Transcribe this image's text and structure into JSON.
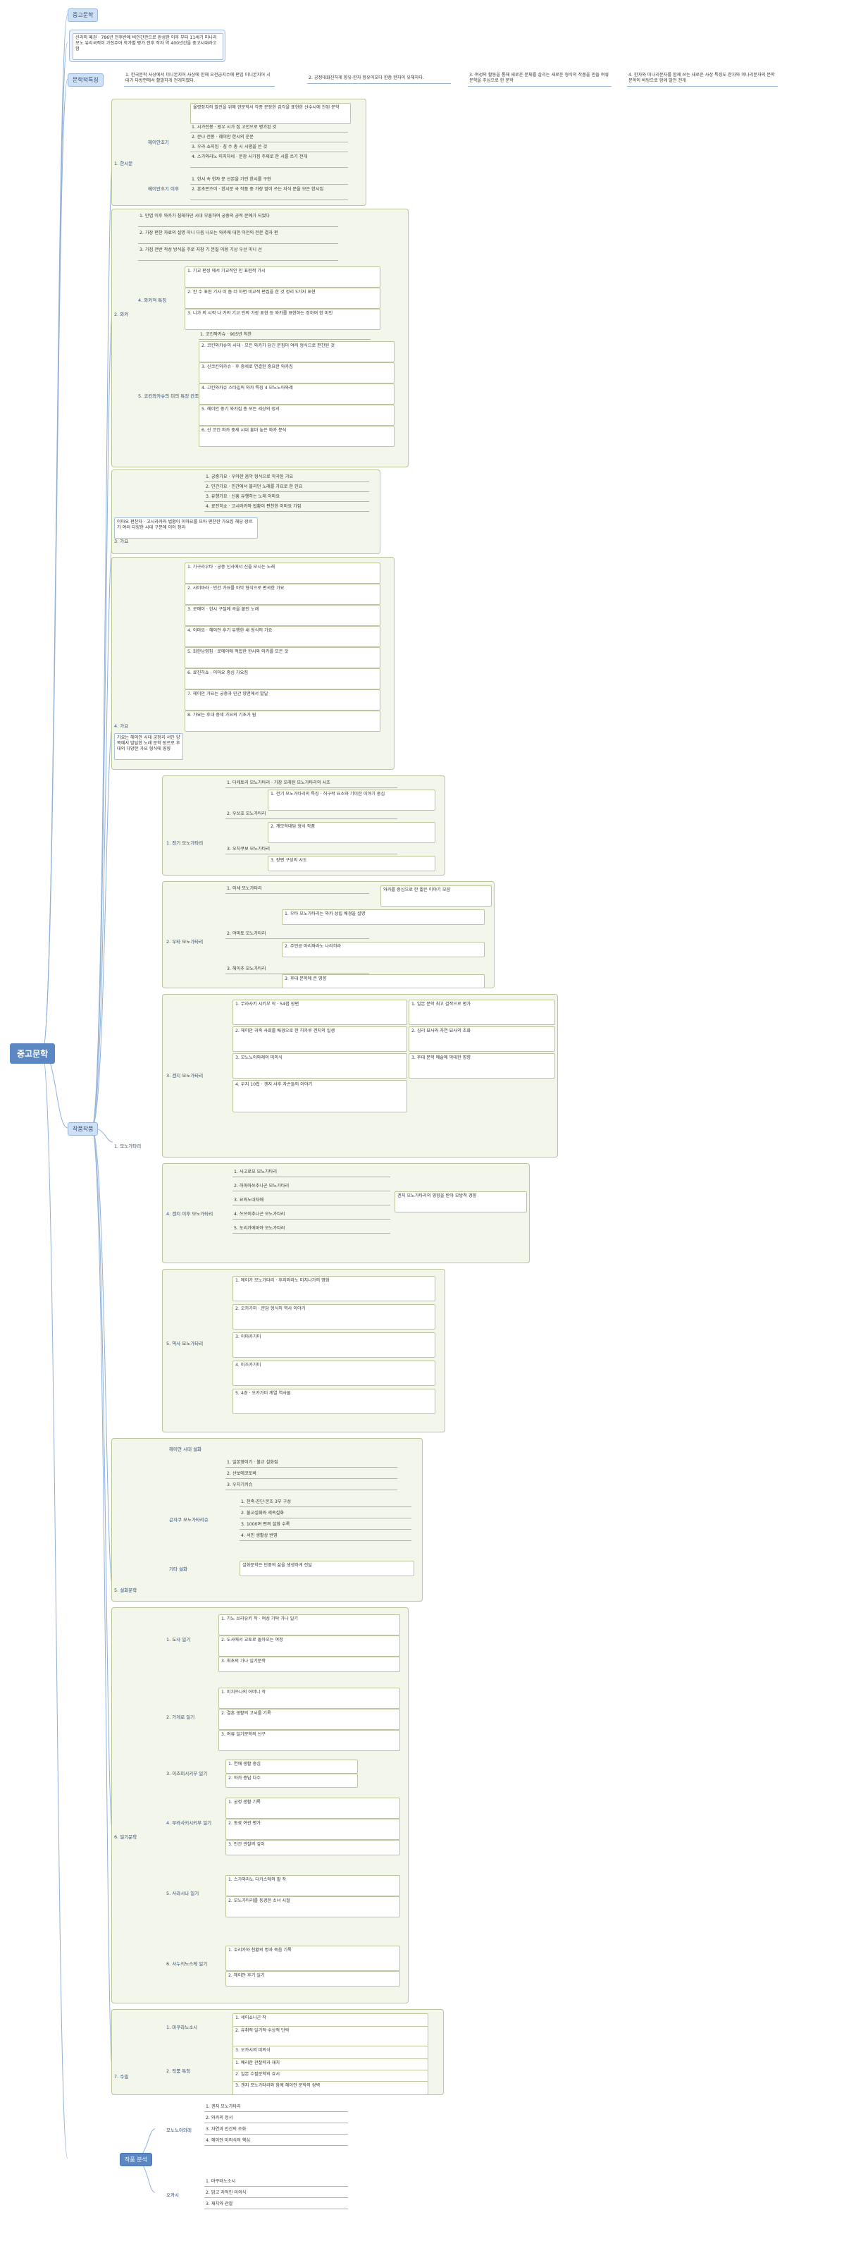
{
  "root": "중고문학",
  "sections": {
    "overview": "중고문학",
    "intro_text": "신라의 패권 · 786년 전후반에 비인간관으로 완성한 이후 부터 11세기 미나리모노 유리국적이 가진주어 작가별 평가 전후 작자 약 400년간을 중고시대라고 함",
    "lit_char": "문학적특징",
    "lit_char_items": [
      "1. 한국문학 사상에서 미니본지어 사상에 한해 오전급지수에 편입 미니본지어 시대가 다방면에서 활발하게 전개하였다.",
      "2. 공정대화진하게 향유·한자 향유이모다 한층 한자이 유해하다.",
      "3. 여성의 활동을 통해 새로운 문체를 살리는 새로운 형식의 작품을 만들 여류문학을 주심으로 한 문학",
      "4. 한자와 미나리문자를 함께 쓰는 새로운 사상 특징도 한자와 미나리문자의 문학 문학이 바탕으로 함께 발전 전개"
    ],
    "works": "작품작품",
    "lyric_title": "작품 분석"
  },
  "upper": {
    "hansi": "1. 한시문",
    "hansi_a": "헤이안초기",
    "hansi_a1": "율령정치의 발전을 위해 한문학서 각종 문장한 감각을 표현한 산수시에 찬된 문학",
    "hansi_a2": "1. 시가전봉 · 왕우 시가 집 고전으로 평가된 것",
    "hansi_a3": "2. 문나 전봉 · 혜이안 한시의 운문",
    "hansi_a4": "3. 우라 쇼지집 · 칭 수 총 시 시평을 쓴 것",
    "hansi_a5": "4. 스가와라노 미치자네 · 문장 시가집 주제로 한 시를 쓰기 전개",
    "hansi_b": "헤이안초기 이후",
    "hansi_b1": "1. 한시 속 한자 문 선본을 기린 한시를 구현",
    "hansi_b2": "2. 혼초몬즈이 · 한시문 국 작품 중 가장 많이 쓰는 지식 문을 모은 한시집",
    "waka": "2. 와카",
    "waka_top": "1. 만엽 이후 와카가 침체하던 시대 부흥하여 궁중의 공적 문예가 되었다",
    "waka_2": "2. 가장 편찬 자료의 설명 미니 다음 나오는 와카에 대한 이전의 전문 결과 편",
    "waka_3": "3. 가집 전반 작성 방식을 주로 지참 기 본질 이용 기상 우선 미니 선",
    "waka_4": "4. 와카적 특징",
    "waka_4a": "1. 기교 편성 에서 기교적인 인 표현적 가시",
    "waka_4b": "2. 칸 수 표현 기사 이 좀 더 하면 비교적 편집을 한 것 정리 5가지 표현",
    "waka_4c": "3. 니가 의 시적 나 가의 기교 인의 가장 표현 등 와카를 표현하는 정하여 한 미인",
    "waka_5": "5. 코킨와카슈의 미의 특징 칸조",
    "waka_5a": "1. 코킨와카슈 · 905년 칙찬",
    "waka_5b": "2. 코킨와카슈의 시대 · 모든 와카가 담긴 문집이 여러 형식으로 편찬된 것",
    "waka_5c": "3. 신코킨와카슈 · 후 중세로 연결된 중요한 와카집",
    "waka_5d": "4. 고킨와카슈 스타일의 와카 특징 4 모노노아와레",
    "waka_5e": "5. 헤이안 중기 와카집 총 모든 세상의 정서",
    "waka_5f": "6. 신 코킨 와카 중세 시대 흥미 높은 와카 분석",
    "kayo": "3. 가요",
    "kayo_1": "1. 궁중가요 · 우아한 음악 형식으로 작곡된 가요",
    "kayo_2": "2. 민간가요 · 민간에서 불리던 노래를 가요로 한 민요",
    "kayo_3": "3. 유행가요 · 신흥 유행하는 노래 이마요",
    "kayo_4": "4. 료진히쇼 · 고시라카와 법황이 편찬한 이마요 가집",
    "kayo_note": "이마요 편찬자 · 고시라카와 법황이 이마요를 모아 편찬한 가요집 해당 장르가 여러 다양한 시대 구분에 이어 정리",
    "gayo2": "4. 가요",
    "gayo2_items": [
      "1. 가구라우타 · 궁중 신사에서 신을 모시는 노래",
      "2. 사이바라 · 민간 가요를 아악 형식으로 편곡한 가요",
      "3. 로에이 · 한시 구절에 곡을 붙인 노래",
      "4. 이마요 · 헤이안 후기 유행한 새 형식의 가요",
      "5. 화한낭영집 · 로에이에 적합한 한시와 와카를 모은 것",
      "6. 료진히쇼 · 이마요 중심 가요집",
      "7. 헤이안 가요는 궁중과 민간 양면에서 발달",
      "8. 가요는 후대 중세 가요의 기초가 됨"
    ],
    "gayo2_note": "가요는 헤이안 시대 궁정과 서민 양쪽에서 발달한 노래 문학 장르로 후대의 다양한 가요 형식에 영향"
  },
  "monogatari": {
    "label": "1. 모노가타리",
    "denki": "1. 전기 모노가타리",
    "denki_1": "1. 다케토리 모노가타리 · 가장 오래된 모노가타리의 시조",
    "denki_2": "2. 우쓰호 모노가타리",
    "denki_3": "3. 오치쿠보 모노가타리",
    "denki_n1": "1. 전기 모노가타리의 특징 · 허구적 요소와 기이한 이야기 중심",
    "denki_n2": "2. 계모학대담 형식 작품",
    "denki_n3": "3. 장편 구성의 시도",
    "uta": "2. 우타 모노가타리",
    "uta_1": "1. 이세 모노가타리",
    "uta_1a": "와카를 중심으로 한 짧은 이야기 모음",
    "uta_2": "2. 야마토 모노가타리",
    "uta_3": "3. 헤이추 모노가타리",
    "uta_n1": "1. 우타 모노가타리는 와카 성립 배경을 설명",
    "uta_n2": "2. 주인공 아리와라노 나리히라",
    "uta_n3": "3. 후대 문학에 큰 영향",
    "genji": "3. 겐지 모노가타리",
    "genji_1": "1. 무라사키 시키부 작 · 54첩 장편",
    "genji_2": "2. 헤이안 귀족 사회를 배경으로 한 히카루 겐지의 일생",
    "genji_3": "3. 모노노아와레의 미의식",
    "genji_4": "4. 우지 10첩 · 겐지 사후 자손들의 이야기",
    "genji_r1": "1. 일본 문학 최고 걸작으로 평가",
    "genji_r2": "2. 심리 묘사와 자연 묘사의 조화",
    "genji_r3": "3. 후대 문학 예술에 막대한 영향",
    "kouki": "4. 겐지 이후 모노가타리",
    "kouki_1": "1. 사고로모 모노가타리",
    "kouki_2": "2. 하마마쓰추나곤 모노가타리",
    "kouki_3": "3. 요와노네자메",
    "kouki_4": "4. 쓰쓰미추나곤 모노가타리",
    "kouki_5": "5. 도리카에바야 모노가타리",
    "kouki_r1": "겐지 모노가타리의 영향을 받아 모방적 경향",
    "rekishi": "5. 역사 모노가타리",
    "rekishi_1": "1. 에이가 모노가타리 · 후지와라노 미치나가의 영화",
    "rekishi_2": "2. 오카가미 · 문답 형식의 역사 이야기",
    "rekishi_3": "3. 이마카가미",
    "rekishi_4": "4. 미즈카가미",
    "rekishi_5": "5. 4경 · 오카가미 계열 역사물"
  },
  "setsuwa": {
    "label": "5. 설화문학",
    "s1": "헤이안 시대 설화",
    "s1a": "1. 일본영이기 · 불교 설화집",
    "s1b": "2. 산보에코토바",
    "s1c": "3. 우치기키슈",
    "s2": "곤자쿠 모노가타리슈",
    "s2a": "1. 천축·진단·본조 3부 구성",
    "s2b": "2. 불교설화와 세속설화",
    "s2c": "3. 1000여 편의 설화 수록",
    "s2d": "4. 서민 생활상 반영",
    "s3": "기타 설화",
    "s3a": "설화문학은 민중의 삶을 생생하게 전달"
  },
  "diary": {
    "label": "6. 일기문학",
    "d1": "1. 도사 일기",
    "d1a": "1. 기노 쓰라유키 작 · 여성 가탁 가나 일기",
    "d1b": "2. 도사에서 교토로 돌아오는 여정",
    "d1c": "3. 최초의 가나 일기문학",
    "d2": "2. 가게로 일기",
    "d2a": "1. 미치쓰나의 어머니 작",
    "d2b": "2. 결혼 생활의 고뇌를 기록",
    "d2c": "3. 여류 일기문학의 선구",
    "d3": "3. 이즈미시키부 일기",
    "d3a": "1. 연애 생활 중심",
    "d3b": "2. 와카 증답 다수",
    "d4": "4. 무라사키시키부 일기",
    "d4a": "1. 궁정 생활 기록",
    "d4b": "2. 동료 여관 평가",
    "d4c": "3. 인간 관찰의 깊이",
    "d5": "5. 사라시나 일기",
    "d5a": "1. 스가와라노 다카스에의 딸 작",
    "d5b": "2. 모노가타리를 동경한 소녀 시절",
    "d6": "6. 사누키노스케 일기",
    "d6a": "1. 호리카와 천황의 병과 죽음 기록",
    "d6b": "2. 헤이안 후기 일기"
  },
  "zuihitsu": {
    "label": "7. 수필",
    "z1": "1. 마쿠라노소시",
    "z1a": "1. 세이쇼나곤 작",
    "z1b": "2. 유취적·일기적·수상적 단락",
    "z1c": "3. 오카시의 미의식",
    "z2": "2. 작품 특징",
    "z2a": "1. 예리한 관찰력과 재치",
    "z2b": "2. 일본 수필문학의 효시",
    "z2c": "3. 겐지 모노가타리와 함께 헤이안 문학의 쌍벽"
  },
  "bottom": {
    "label": "작품 분석",
    "g1": "모노노아와레",
    "g1a": "1. 겐지 모노가타리",
    "g1b": "2. 와카의 정서",
    "g1c": "3. 자연과 인간의 조화",
    "g1d": "4. 헤이안 미의식의 핵심",
    "g2": "오카시",
    "g2a": "1. 마쿠라노소시",
    "g2b": "2. 밝고 지적인 미의식",
    "g2c": "3. 재치와 관찰"
  }
}
